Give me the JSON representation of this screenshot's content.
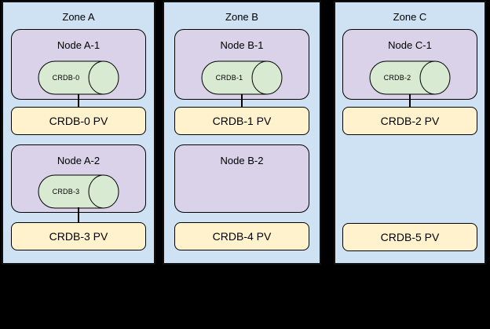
{
  "diagram": {
    "background": "#000000",
    "colors": {
      "zone_fill": "#cfe2f3",
      "node_fill": "#d9d2e9",
      "cylinder_fill": "#d9ead3",
      "pv_fill": "#fff2cc",
      "border": "#000000"
    }
  },
  "zones": [
    {
      "label": "Zone A",
      "items": [
        {
          "type": "node",
          "label": "Node A-1",
          "cylinder": "CRDB-0",
          "pv": "CRDB-0 PV",
          "connected": true
        },
        {
          "type": "node",
          "label": "Node A-2",
          "cylinder": "CRDB-3",
          "pv": "CRDB-3 PV",
          "connected": true
        }
      ]
    },
    {
      "label": "Zone B",
      "items": [
        {
          "type": "node",
          "label": "Node B-1",
          "cylinder": "CRDB-1",
          "pv": "CRDB-1 PV",
          "connected": true
        },
        {
          "type": "node",
          "label": "Node B-2",
          "cylinder": null,
          "pv": "CRDB-4 PV",
          "connected": false
        }
      ]
    },
    {
      "label": "Zone C",
      "items": [
        {
          "type": "node",
          "label": "Node C-1",
          "cylinder": "CRDB-2",
          "pv": "CRDB-2 PV",
          "connected": true
        },
        {
          "type": "pv-only",
          "label": null,
          "cylinder": null,
          "pv": "CRDB-5 PV",
          "connected": false
        }
      ]
    }
  ]
}
